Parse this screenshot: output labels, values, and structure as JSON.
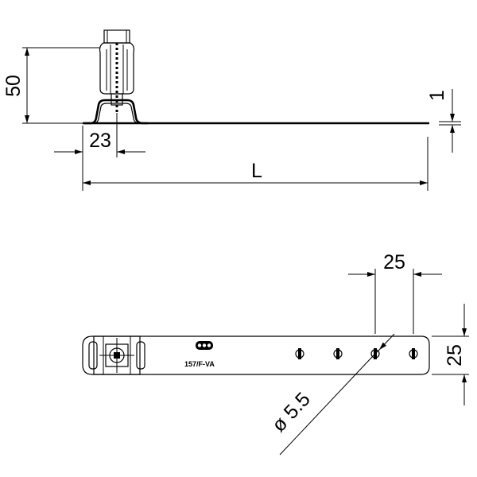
{
  "side_view": {
    "dim_height": "50",
    "dim_thickness": "1",
    "dim_offset": "23",
    "dim_length": "L"
  },
  "top_view": {
    "dim_hole_spacing": "25",
    "dim_width": "25",
    "dim_hole_diameter": "ø 5.5",
    "part_label": "157/F-VA"
  }
}
